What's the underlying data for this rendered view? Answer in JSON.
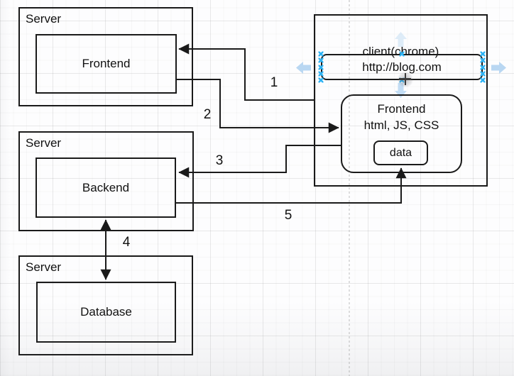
{
  "diagram": {
    "servers": [
      {
        "title": "Server",
        "component": "Frontend"
      },
      {
        "title": "Server",
        "component": "Backend"
      },
      {
        "title": "Server",
        "component": "Database"
      }
    ],
    "client": {
      "title": "client(chrome)",
      "url": "http://blog.com",
      "frontend_line1": "Frontend",
      "frontend_line2": "html, JS, CSS",
      "data_label": "data"
    },
    "arrow_labels": [
      "1",
      "2",
      "3",
      "4",
      "5"
    ],
    "colors": {
      "shape_stroke": "#1a1a1a",
      "selection_handle": "#2fb4f4",
      "hover_arrow": "#b9d7f2",
      "page_guide": "#c8c8c8"
    }
  }
}
